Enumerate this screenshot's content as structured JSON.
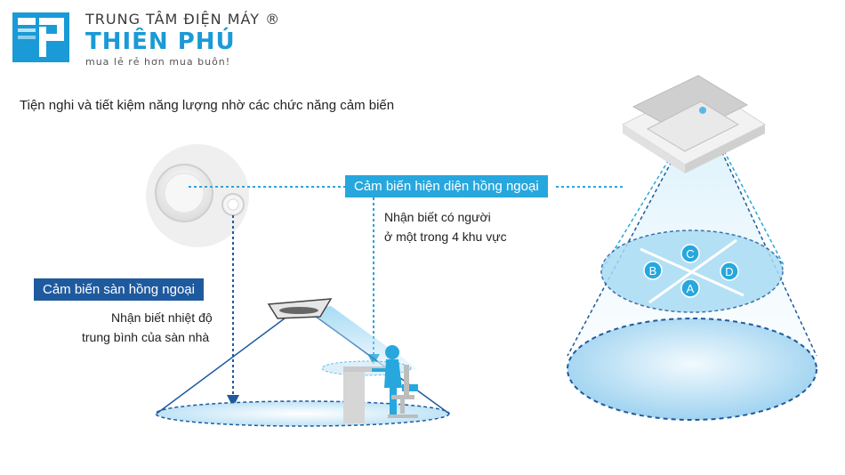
{
  "brand": {
    "line1": "TRUNG TÂM ĐIỆN MÁY ®",
    "line2": "THIÊN PHÚ",
    "line3": "mua lẻ rẻ hơn mua buôn!",
    "color": "#1a9ad6"
  },
  "heading": "Tiện nghi và tiết kiệm năng lượng nhờ các chức năng cảm biến",
  "floor_sensor": {
    "label": "Cảm biến sàn hồng ngoại",
    "desc_line1": "Nhận biết nhiệt độ",
    "desc_line2": "trung bình của sàn nhà",
    "color": "#1f5a9e"
  },
  "presence_sensor": {
    "label": "Cảm biến hiện diện hồng ngoại",
    "desc_line1": "Nhận biết có người",
    "desc_line2": "ở một trong 4 khu vực",
    "color": "#27a7dd"
  },
  "zones": [
    "A",
    "B",
    "C",
    "D"
  ]
}
